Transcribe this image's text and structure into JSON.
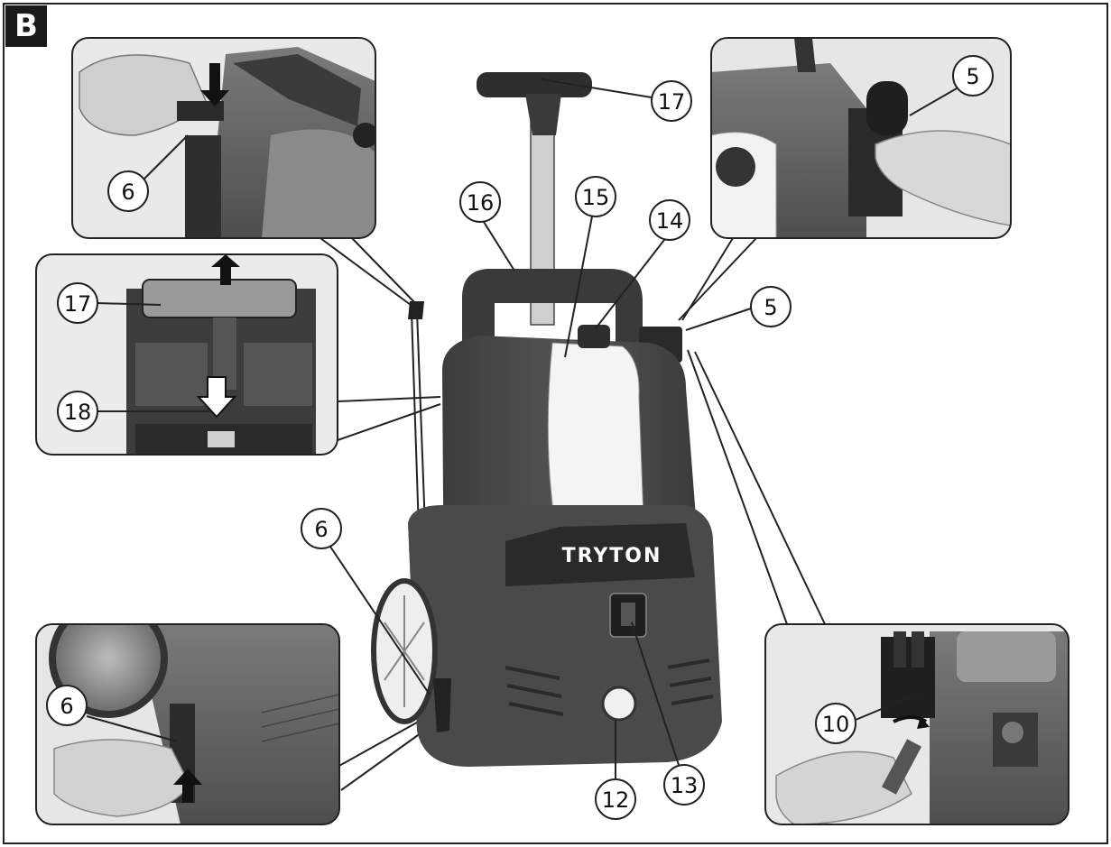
{
  "figure": {
    "letter": "B",
    "brand": "TRYTON"
  },
  "callouts": [
    {
      "id": "c17-top",
      "label": "17"
    },
    {
      "id": "c5-inset",
      "label": "5"
    },
    {
      "id": "c6-inset-top",
      "label": "6"
    },
    {
      "id": "c16",
      "label": "16"
    },
    {
      "id": "c15",
      "label": "15"
    },
    {
      "id": "c14",
      "label": "14"
    },
    {
      "id": "c5-main",
      "label": "5"
    },
    {
      "id": "c17-inset",
      "label": "17"
    },
    {
      "id": "c18",
      "label": "18"
    },
    {
      "id": "c6-main",
      "label": "6"
    },
    {
      "id": "c6-inset-bottom",
      "label": "6"
    },
    {
      "id": "c10",
      "label": "10"
    },
    {
      "id": "c12",
      "label": "12"
    },
    {
      "id": "c13",
      "label": "13"
    }
  ],
  "colors": {
    "body_dark": "#4a4a4a",
    "body_mid": "#6b6b6b",
    "tank_white": "#f4f4f4",
    "outline": "#222222"
  }
}
